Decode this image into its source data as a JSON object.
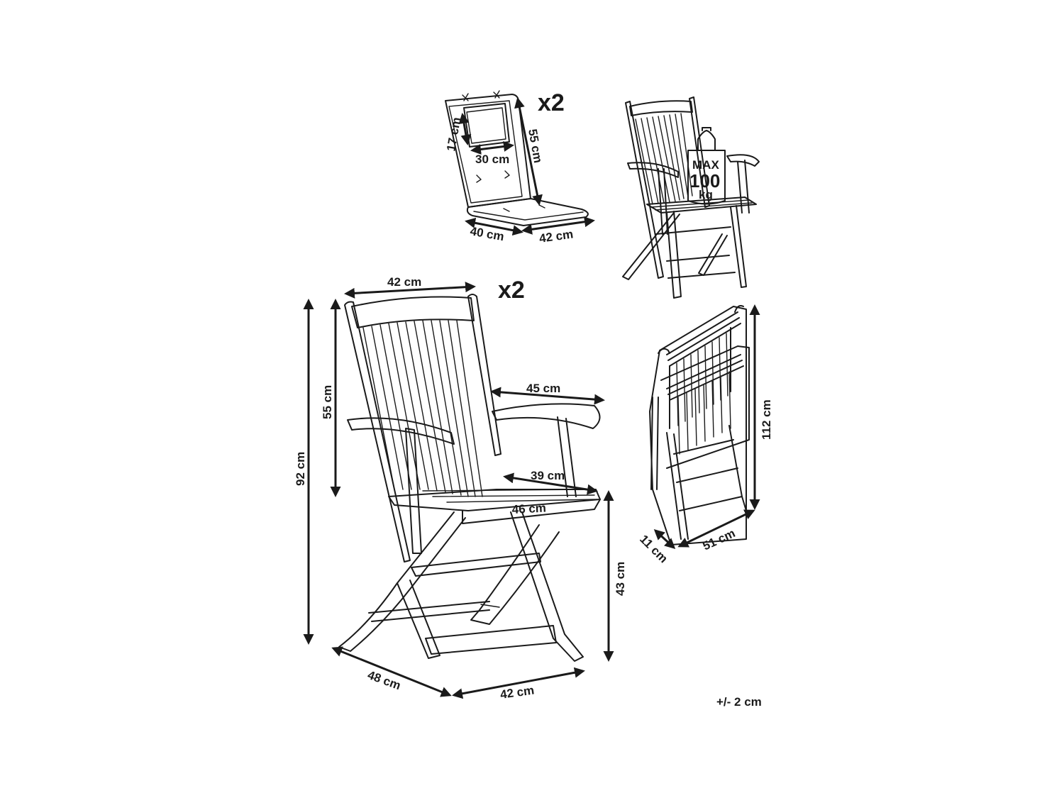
{
  "cushion": {
    "quantity": "x2",
    "pillow_height": "17 cm",
    "pillow_width": "30 cm",
    "back_height": "55 cm",
    "seat_depth": "40 cm",
    "seat_width": "42 cm"
  },
  "chair": {
    "quantity": "x2",
    "backrest_width": "42 cm",
    "total_height": "92 cm",
    "backrest_height": "55 cm",
    "armrest_span": "45 cm",
    "seat_depth_inner": "39 cm",
    "seat_width": "46 cm",
    "seat_height": "43 cm",
    "base_depth": "48 cm",
    "base_width": "42 cm"
  },
  "load_badge": {
    "max_label": "MAX",
    "value": "100",
    "unit": "kg"
  },
  "folded": {
    "height": "112 cm",
    "thickness": "11 cm",
    "width": "51 cm"
  },
  "tolerance": "+/- 2 cm"
}
